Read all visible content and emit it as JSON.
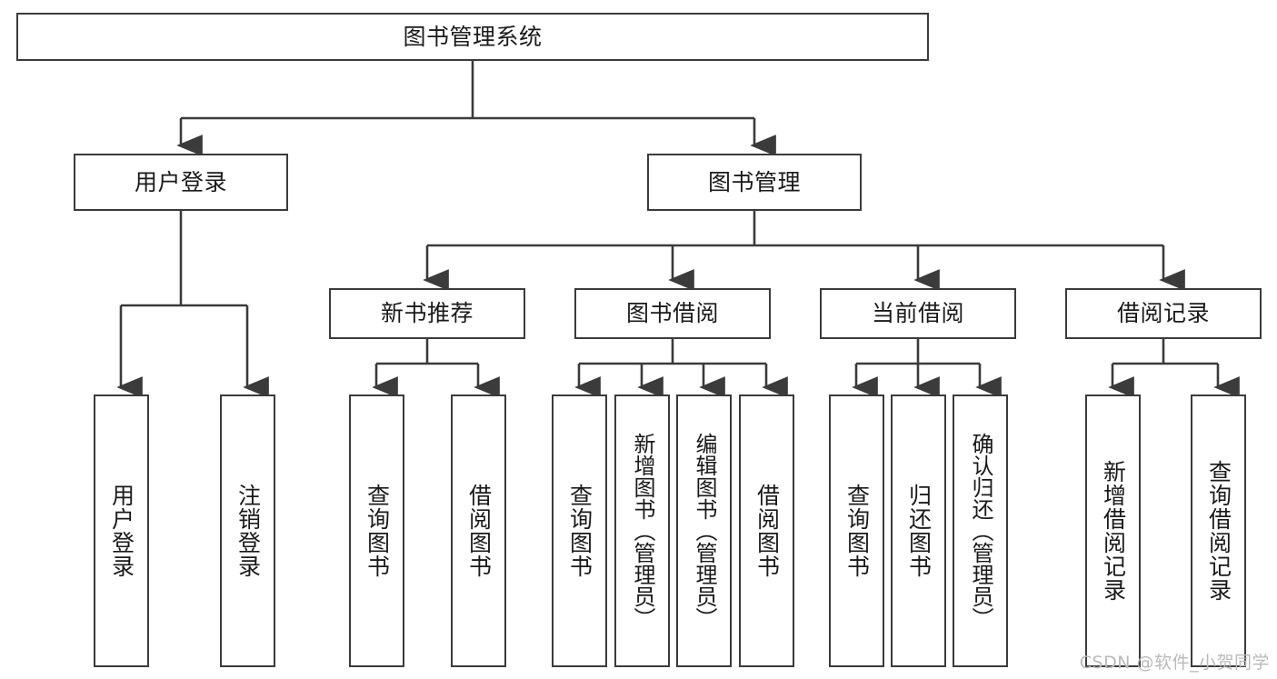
{
  "diagram": {
    "title": "图书管理系统",
    "type": "tree-hierarchy",
    "stroke_color": "#3b3b3b",
    "text_color": "#1a1a1a",
    "background_color": "#ffffff"
  },
  "root": {
    "label": "图书管理系统"
  },
  "level2": [
    {
      "label": "用户登录"
    },
    {
      "label": "图书管理"
    }
  ],
  "level3": [
    {
      "label": "新书推荐"
    },
    {
      "label": "图书借阅"
    },
    {
      "label": "当前借阅"
    },
    {
      "label": "借阅记录"
    }
  ],
  "leaves": {
    "user_login": [
      {
        "label": "用户登录"
      },
      {
        "label": "注销登录"
      }
    ],
    "new_book_recommend": [
      {
        "label": "查询图书"
      },
      {
        "label": "借阅图书"
      }
    ],
    "book_borrow": [
      {
        "label": "查询图书"
      },
      {
        "label": "新增图书（管理员）"
      },
      {
        "label": "编辑图书（管理员）"
      },
      {
        "label": "借阅图书"
      }
    ],
    "current_borrow": [
      {
        "label": "查询图书"
      },
      {
        "label": "归还图书"
      },
      {
        "label": "确认归还（管理员）"
      }
    ],
    "borrow_record": [
      {
        "label": "新增借阅记录"
      },
      {
        "label": "查询借阅记录"
      }
    ]
  },
  "watermark": {
    "text": "CSDN @软件_小贺同学"
  }
}
